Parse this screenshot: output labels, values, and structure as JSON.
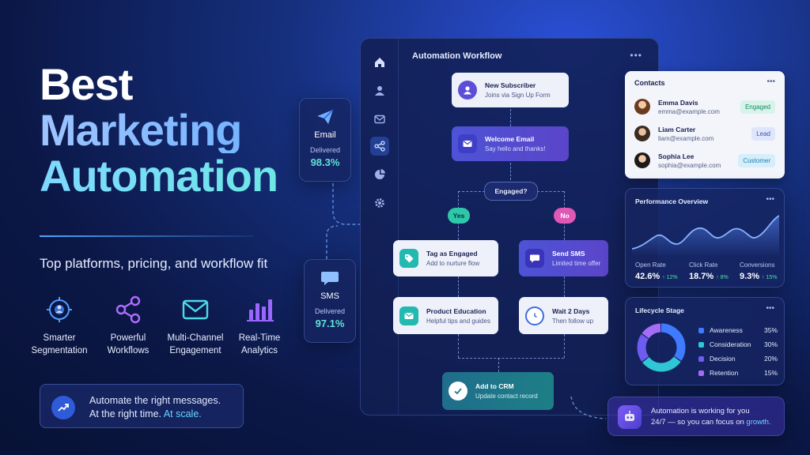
{
  "hero": {
    "title_line1": "Best",
    "title_line2": "Marketing",
    "title_line3": "Automation",
    "subtitle": "Top platforms, pricing, and workflow fit"
  },
  "features": [
    {
      "icon": "segmentation-icon",
      "line1": "Smarter",
      "line2": "Segmentation"
    },
    {
      "icon": "workflow-icon",
      "line1": "Powerful",
      "line2": "Workflows"
    },
    {
      "icon": "envelope-icon",
      "line1": "Multi-Channel",
      "line2": "Engagement"
    },
    {
      "icon": "bar-chart-icon",
      "line1": "Real-Time",
      "line2": "Analytics"
    }
  ],
  "tip": {
    "line1": "Automate the right messages.",
    "line2_prefix": "At the right time.",
    "line2_accent": "At scale."
  },
  "channels": {
    "email": {
      "label": "Email",
      "caption": "Delivered",
      "value": "98.3%"
    },
    "sms": {
      "label": "SMS",
      "caption": "Delivered",
      "value": "97.1%"
    }
  },
  "workflow": {
    "title": "Automation Workflow",
    "menu": "•••",
    "nodes": {
      "new_subscriber": {
        "title": "New Subscriber",
        "subtitle": "Joins via Sign Up Form"
      },
      "welcome_email": {
        "title": "Welcome Email",
        "subtitle": "Say hello and thanks!"
      },
      "decision": {
        "label": "Engaged?"
      },
      "yes": {
        "label": "Yes"
      },
      "no": {
        "label": "No"
      },
      "tag_engaged": {
        "title": "Tag as Engaged",
        "subtitle": "Add to nurture flow"
      },
      "send_sms": {
        "title": "Send SMS",
        "subtitle": "Limited time offer"
      },
      "product_education": {
        "title": "Product Education",
        "subtitle": "Helpful tips and guides"
      },
      "wait": {
        "title": "Wait 2 Days",
        "subtitle": "Then follow up"
      },
      "add_crm": {
        "title": "Add to CRM",
        "subtitle": "Update contact record"
      }
    }
  },
  "contacts": {
    "title": "Contacts",
    "menu": "•••",
    "items": [
      {
        "name": "Emma Davis",
        "email": "emma@example.com",
        "badge": "Engaged"
      },
      {
        "name": "Liam Carter",
        "email": "liam@example.com",
        "badge": "Lead"
      },
      {
        "name": "Sophia Lee",
        "email": "sophia@example.com",
        "badge": "Customer"
      }
    ]
  },
  "performance": {
    "title": "Performance Overview",
    "menu": "•••",
    "stats": [
      {
        "label": "Open Rate",
        "value": "42.6%",
        "change": "↑ 12%"
      },
      {
        "label": "Click Rate",
        "value": "18.7%",
        "change": "↑ 8%"
      },
      {
        "label": "Conversions",
        "value": "9.3%",
        "change": "↑ 15%"
      }
    ]
  },
  "lifecycle": {
    "title": "Lifecycle Stage",
    "menu": "•••",
    "stages": [
      {
        "label": "Awareness",
        "pct": "35%",
        "value": 35,
        "color": "#3f7bff"
      },
      {
        "label": "Consideration",
        "pct": "30%",
        "value": 30,
        "color": "#2fc7d6"
      },
      {
        "label": "Decision",
        "pct": "20%",
        "value": 20,
        "color": "#6e5cf0"
      },
      {
        "label": "Retention",
        "pct": "15%",
        "value": 15,
        "color": "#a56cf5"
      }
    ]
  },
  "bot": {
    "line1": "Automation is working for you",
    "line2_prefix": "24/7 — so you can focus on",
    "line2_accent": "growth."
  }
}
